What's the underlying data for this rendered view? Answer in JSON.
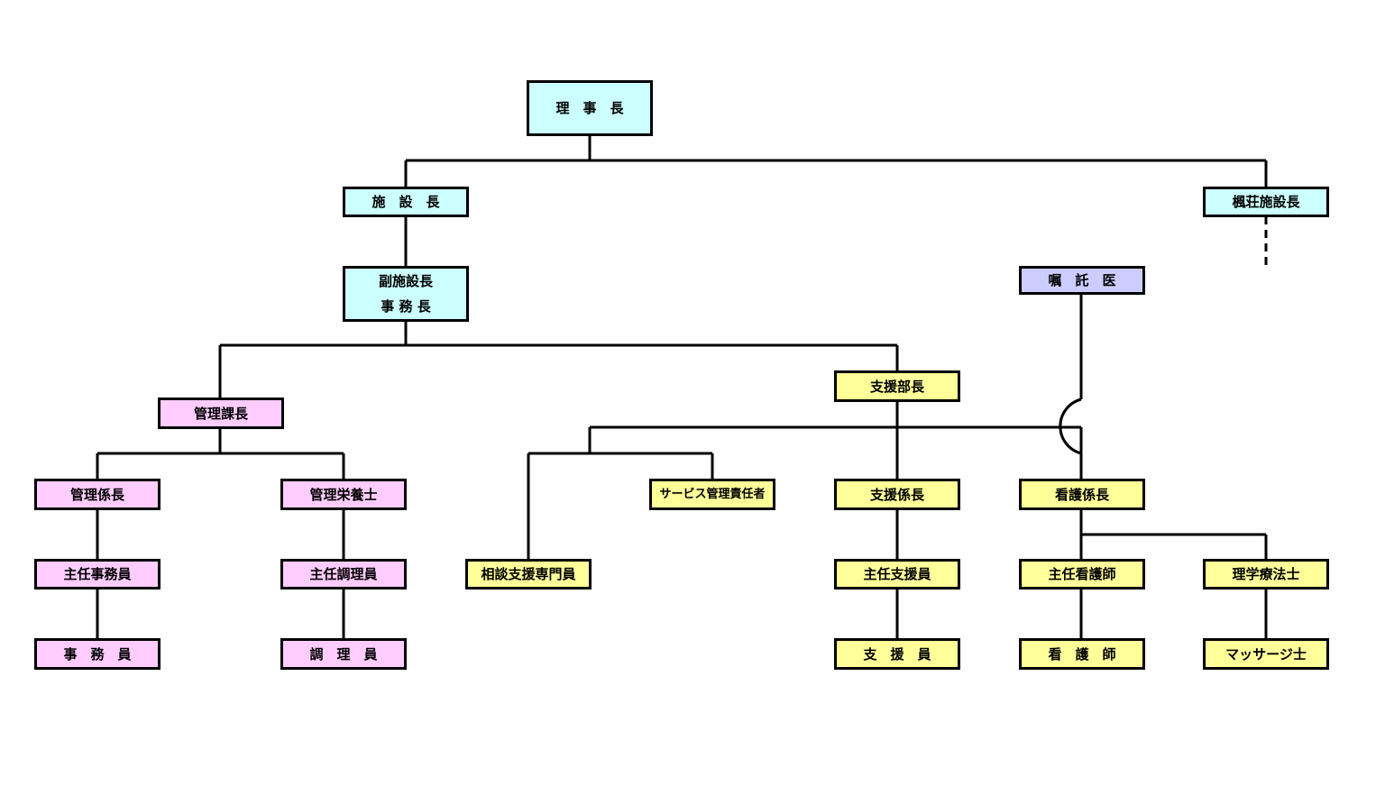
{
  "colors": {
    "executive": "#ccffff",
    "management": "#ffccff",
    "support": "#ffff99",
    "medical": "#ccccff"
  },
  "nodes": {
    "chairman": "理　事　長",
    "director": "施　設　長",
    "fusou_director": "楓荘施設長",
    "vice_director_1": "副施設長",
    "vice_director_2": "事 務 長",
    "commissioned_doctor": "嘱　託　医",
    "management_chief": "管理課長",
    "support_manager": "支援部長",
    "management_section_chief": "管理係長",
    "management_dietitian": "管理栄養士",
    "service_manager": "サービス管理責任者",
    "support_section_chief": "支援係長",
    "nursing_section_chief": "看護係長",
    "senior_clerk": "主任事務員",
    "senior_cook": "主任調理員",
    "counselor": "相談支援専門員",
    "senior_support_staff": "主任支援員",
    "senior_nurse": "主任看護師",
    "physical_therapist": "理学療法士",
    "clerk": "事　務　員",
    "cook": "調　理　員",
    "support_staff": "支　援　員",
    "nurse": "看　護　師",
    "masseur": "マッサージ士"
  }
}
